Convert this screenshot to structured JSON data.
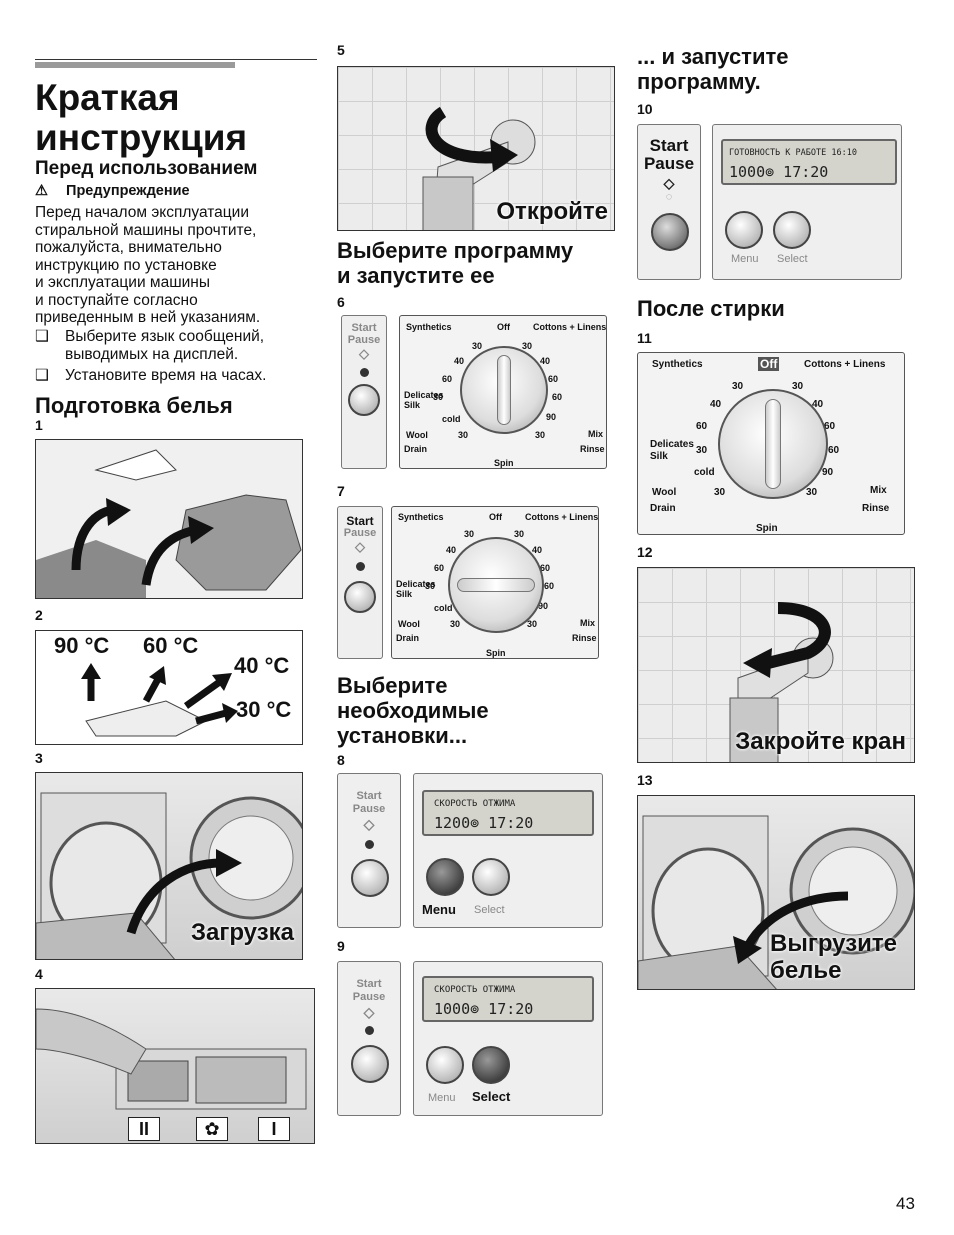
{
  "left": {
    "title_line1": "Краткая",
    "title_line2": "инструкция",
    "before_use": "Перед использованием",
    "warning_icon": "⚠",
    "warning_label": "Предупреждение",
    "warning_lines": [
      "Перед началом эксплуатации",
      "стиральной машины прочтите,",
      "пожалуйста, внимательно",
      "инструкцию по установке",
      "и эксплуатации машины",
      "и поступайте согласно",
      "приведенным в ней указаниям."
    ],
    "checkbox_icon": "❑",
    "check1_line1": "Выберите язык сообщений,",
    "check1_line2": "выводимых на дисплей.",
    "check2": "Установите время на часах.",
    "laundry_prep": "Подготовка белья",
    "step1": "1",
    "step2": "2",
    "step3": "3",
    "step4": "4",
    "temp_90": "90 °C",
    "temp_60": "60 °C",
    "temp_40": "40 °C",
    "temp_30": "30 °C",
    "loading": "Загрузка",
    "compartments": [
      "II",
      "✿",
      "I"
    ]
  },
  "middle": {
    "step5": "5",
    "open": "Откройте",
    "select_program_line1": "Выберите программу",
    "select_program_line2": "и запустите ее",
    "step6": "6",
    "step7": "7",
    "select_settings_line1": "Выберите",
    "select_settings_line2": "необходимые",
    "select_settings_line3": "установки...",
    "step8": "8",
    "step9": "9",
    "start": "Start",
    "pause": "Pause",
    "menu": "Menu",
    "select": "Select",
    "lcd8_line1": "СКОРОСТЬ ОТЖИМА",
    "lcd8_line2": "1200⊚ 17:20",
    "lcd9_line1": "СКОРОСТЬ ОТЖИМА",
    "lcd9_line2": "1000⊚ 17:20"
  },
  "dial_labels": {
    "synthetics": "Synthetics",
    "off": "Off",
    "cottons": "Cottons + Linens",
    "delicates": "Delicates",
    "silk": "Silk",
    "wool": "Wool",
    "drain": "Drain",
    "spin": "Spin",
    "mix": "Mix",
    "rinse": "Rinse",
    "cold": "cold",
    "t30": "30",
    "t40": "40",
    "t60": "60",
    "t90": "90"
  },
  "right": {
    "and_start_line1": "... и запустите",
    "and_start_line2": "программу.",
    "step10": "10",
    "lcd10_line1": "ГОТОВНОСТЬ К РАБОТЕ 16:10",
    "lcd10_line2": "1000⊚ 17:20",
    "after_wash": "После стирки",
    "step11": "11",
    "step12": "12",
    "close_tap": "Закройте кран",
    "step13": "13",
    "unload_line1": "Выгрузите",
    "unload_line2": "белье"
  },
  "page_number": "43",
  "colors": {
    "rule_gray": "#9a9a9a",
    "text": "#111111"
  }
}
